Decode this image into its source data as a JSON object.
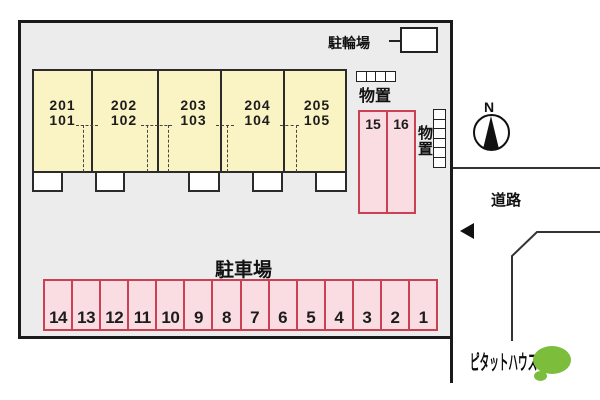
{
  "colors": {
    "site_fill": "#ececec",
    "boundary": "#1a1a1a",
    "unit_fill": "#faf3c4",
    "unit_border": "#2b2b2b",
    "stall_fill": "#fadde3",
    "stall_border": "#cb4154",
    "logo_green": "#7cbe3b"
  },
  "building": {
    "units": [
      {
        "upper": "201",
        "lower": "101"
      },
      {
        "upper": "202",
        "lower": "102"
      },
      {
        "upper": "203",
        "lower": "103"
      },
      {
        "upper": "204",
        "lower": "104"
      },
      {
        "upper": "205",
        "lower": "105"
      }
    ]
  },
  "bicycle_parking": {
    "label": "駐輪場"
  },
  "storage_top": {
    "label": "物置"
  },
  "storage_side": {
    "label": "物置"
  },
  "parking_side": {
    "stalls": [
      "15",
      "16"
    ]
  },
  "parking_main": {
    "label": "駐車場",
    "stalls": [
      "14",
      "13",
      "12",
      "11",
      "10",
      "9",
      "8",
      "7",
      "6",
      "5",
      "4",
      "3",
      "2",
      "1"
    ]
  },
  "compass": {
    "label": "N"
  },
  "road": {
    "label": "道路"
  },
  "logo": {
    "text": "ピタットハウス"
  }
}
